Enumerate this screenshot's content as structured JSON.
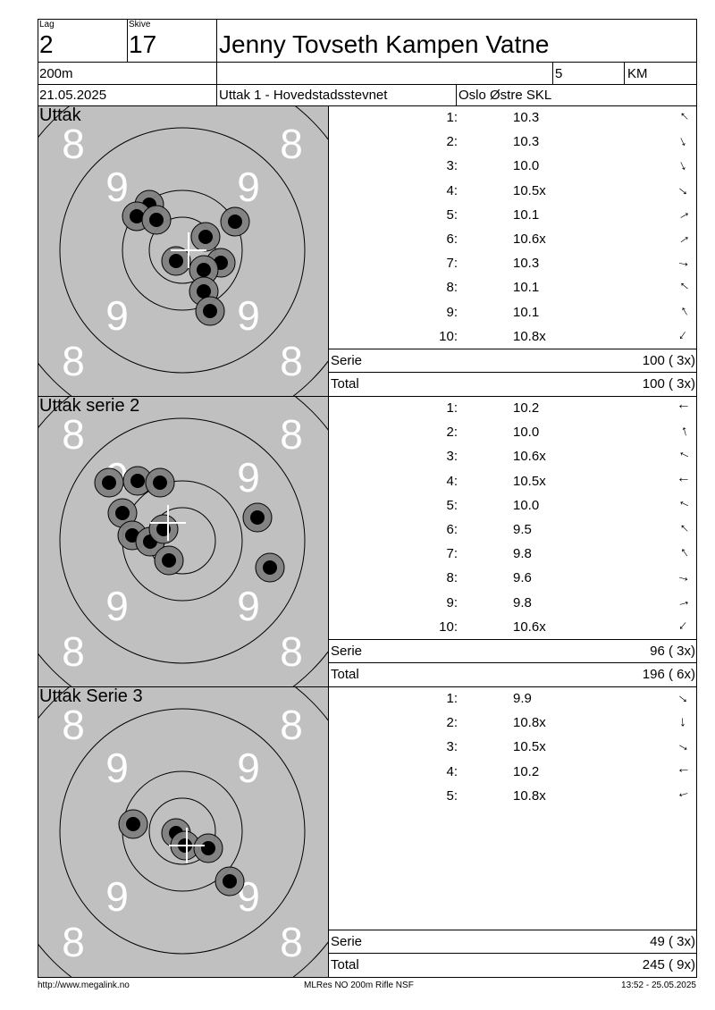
{
  "header": {
    "lag_label": "Lag",
    "lag": "2",
    "skive_label": "Skive",
    "skive": "17",
    "name": "Jenny Tovseth Kampen Vatne",
    "distance": "200m",
    "count": "5",
    "class": "KM",
    "date": "21.05.2025",
    "event": "Uttak 1 - Hovedstadsstevnet",
    "club": "Oslo Østre SKL"
  },
  "ring_labels": {
    "eight": "8",
    "nine": "9"
  },
  "series": [
    {
      "title": "Uttak",
      "shots": [
        {
          "n": "1:",
          "v": "10.3",
          "angle": -135
        },
        {
          "n": "2:",
          "v": "10.3",
          "angle": 65
        },
        {
          "n": "3:",
          "v": "10.0",
          "angle": 65
        },
        {
          "n": "4:",
          "v": "10.5x",
          "angle": 40
        },
        {
          "n": "5:",
          "v": "10.1",
          "angle": -30
        },
        {
          "n": "6:",
          "v": "10.6x",
          "angle": -35
        },
        {
          "n": "7:",
          "v": "10.3",
          "angle": 10
        },
        {
          "n": "8:",
          "v": "10.1",
          "angle": -140
        },
        {
          "n": "9:",
          "v": "10.1",
          "angle": -120
        },
        {
          "n": "10:",
          "v": "10.8x",
          "angle": 125
        }
      ],
      "serie_label": "Serie",
      "serie": "100 ( 3x)",
      "total_label": "Total",
      "total": "100 ( 3x)"
    },
    {
      "title": "Uttak serie 2",
      "shots": [
        {
          "n": "1:",
          "v": "10.2",
          "angle": 180
        },
        {
          "n": "2:",
          "v": "10.0",
          "angle": -105
        },
        {
          "n": "3:",
          "v": "10.6x",
          "angle": -155
        },
        {
          "n": "4:",
          "v": "10.5x",
          "angle": 180
        },
        {
          "n": "5:",
          "v": "10.0",
          "angle": -155
        },
        {
          "n": "6:",
          "v": "9.5",
          "angle": -135
        },
        {
          "n": "7:",
          "v": "9.8",
          "angle": -125
        },
        {
          "n": "8:",
          "v": "9.6",
          "angle": 15
        },
        {
          "n": "9:",
          "v": "9.8",
          "angle": -15
        },
        {
          "n": "10:",
          "v": "10.6x",
          "angle": 130
        }
      ],
      "serie_label": "Serie",
      "serie": "96 ( 3x)",
      "total_label": "Total",
      "total": "196 ( 6x)"
    },
    {
      "title": "Uttak Serie 3",
      "shots": [
        {
          "n": "1:",
          "v": "9.9",
          "angle": 40
        },
        {
          "n": "2:",
          "v": "10.8x",
          "angle": 85
        },
        {
          "n": "3:",
          "v": "10.5x",
          "angle": 30
        },
        {
          "n": "4:",
          "v": "10.2",
          "angle": 175
        },
        {
          "n": "5:",
          "v": "10.8x",
          "angle": 165
        }
      ],
      "serie_label": "Serie",
      "serie": "49 ( 3x)",
      "total_label": "Total",
      "total": "245 ( 9x)"
    }
  ],
  "footer": {
    "url": "http://www.megalink.no",
    "program": "MLRes NO 200m Rifle NSF",
    "printed": "13:52 - 25.05.2025"
  },
  "colors": {
    "target_bg": "#c0c0c0",
    "hole_ring": "#808080",
    "hole_center": "#000000",
    "numbers": "#ffffff"
  }
}
